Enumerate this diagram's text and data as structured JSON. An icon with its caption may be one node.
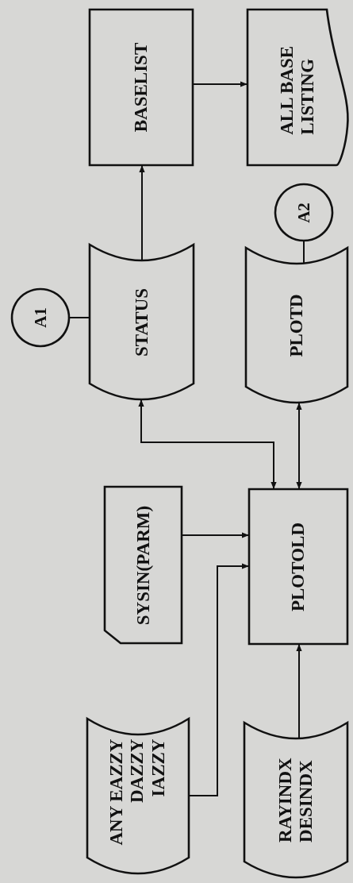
{
  "diagram": {
    "nodes": [
      {
        "text": [
          "BASELIST"
        ]
      },
      {
        "text": [
          "ALL BASE LISTING"
        ]
      },
      {
        "text": [
          "A2"
        ]
      },
      {
        "text": [
          "A1"
        ]
      },
      {
        "text": [
          "STATUS"
        ]
      },
      {
        "text": [
          "PLOTD"
        ]
      },
      {
        "text": [
          "SYSIN(PARM)"
        ]
      },
      {
        "text": [
          "PLOTOLD"
        ]
      },
      {
        "text": [
          "ANY EAZZY DAZZY IAZZY"
        ]
      },
      {
        "text": [
          "RAYINDX DESINDX"
        ]
      }
    ],
    "edges": [
      {
        "from": 4,
        "to": 0,
        "arrow": "to"
      },
      {
        "from": 0,
        "to": 1,
        "arrow": "to"
      },
      {
        "from": 2,
        "to": 5,
        "arrow": "none"
      },
      {
        "from": 3,
        "to": 4,
        "arrow": "none"
      },
      {
        "from": 4,
        "to": 7,
        "arrow": "both"
      },
      {
        "from": 5,
        "to": 7,
        "arrow": "both"
      },
      {
        "from": 6,
        "to": 7,
        "arrow": "to"
      },
      {
        "from": 8,
        "to": 7,
        "arrow": "to"
      },
      {
        "from": 9,
        "to": 7,
        "arrow": "to"
      }
    ]
  }
}
